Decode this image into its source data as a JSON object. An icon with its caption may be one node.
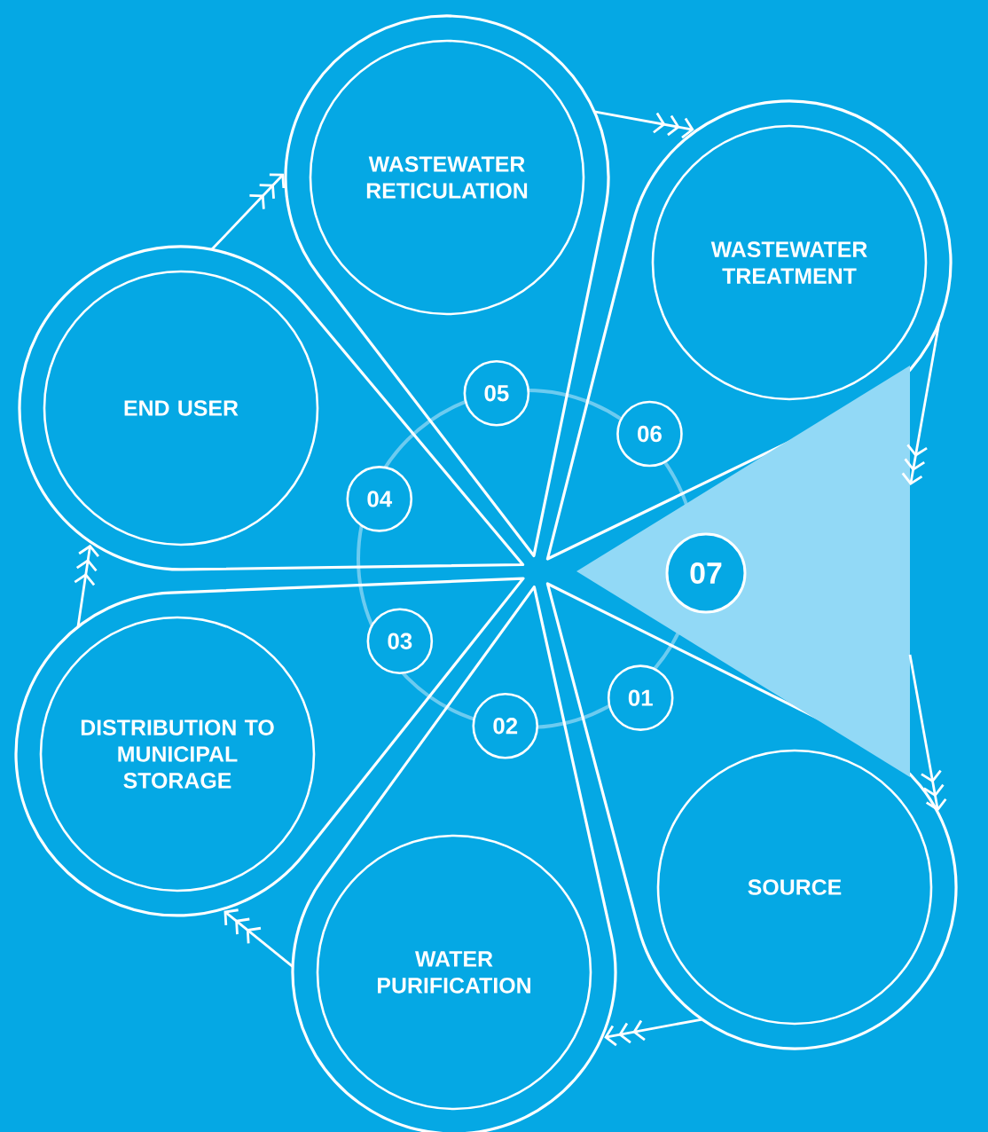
{
  "diagram": {
    "nodes": [
      {
        "text": [
          "SOURCE"
        ]
      },
      {
        "text": [
          "WATER PURIFICATION"
        ]
      },
      {
        "text": [
          "DISTRIBUTION TO MUNICIPAL STORAGE"
        ]
      },
      {
        "text": [
          "END USER"
        ]
      },
      {
        "text": [
          "WASTEWATER RETICULATION"
        ]
      },
      {
        "text": [
          "WASTEWATER TREATMENT"
        ]
      },
      {
        "text": [
          "07"
        ]
      },
      {
        "text": [
          "01"
        ],
        "in": 0
      },
      {
        "text": [
          "02"
        ],
        "in": 1
      },
      {
        "text": [
          "03"
        ],
        "in": 2
      },
      {
        "text": [
          "04"
        ],
        "in": 3
      },
      {
        "text": [
          "05"
        ],
        "in": 4
      },
      {
        "text": [
          "06"
        ],
        "in": 5
      }
    ],
    "edges": [
      {
        "from": 0,
        "to": 1,
        "arrow": "to"
      },
      {
        "from": 1,
        "to": 2,
        "arrow": "to"
      },
      {
        "from": 2,
        "to": 3,
        "arrow": "to"
      },
      {
        "from": 3,
        "to": 4,
        "arrow": "to"
      },
      {
        "from": 4,
        "to": 5,
        "arrow": "to"
      },
      {
        "from": 5,
        "to": 6,
        "arrow": "to"
      },
      {
        "from": 6,
        "to": 0,
        "arrow": "to"
      }
    ]
  }
}
